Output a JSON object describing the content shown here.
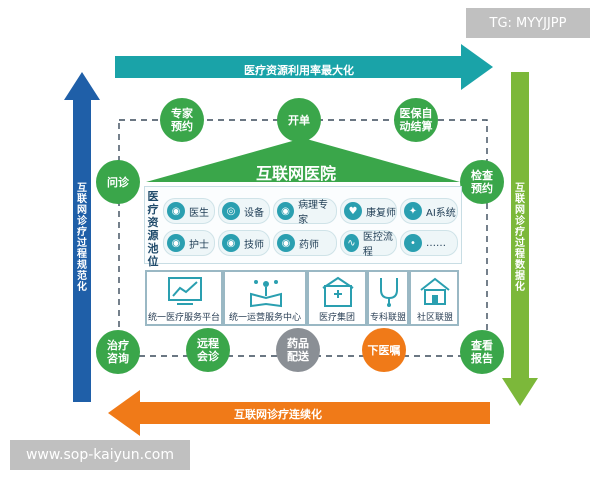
{
  "watermark_top": "TG: MYYJJPP",
  "watermark_bottom": "www.sop-kaiyun.com",
  "arrows": {
    "top": "医疗资源利用率最大化",
    "bottom": "互联网诊疗连续化",
    "left": "互联网诊疗过程规范化",
    "right": "互联网诊疗过程数据化"
  },
  "top_nodes": [
    "专家\n预约",
    "开单",
    "医保自\n动结算"
  ],
  "side_nodes": {
    "left_top": "问诊",
    "right_top": "检查\n预约",
    "left_bottom": "治疗\n咨询",
    "right_bottom": "查看\n报告"
  },
  "bottom_nodes": [
    "远程\n会诊",
    "药品\n配送",
    "下医嘱"
  ],
  "hospital_title": "互联网医院",
  "pool_label": "医疗资源池位",
  "resources_row1": [
    "医生",
    "设备",
    "病理专家",
    "康复师",
    "AI系统"
  ],
  "resources_row2": [
    "护士",
    "技师",
    "药师",
    "医控流程",
    "……"
  ],
  "platforms": [
    "统一医疗服务平台",
    "统一运营服务中心",
    "医疗集团",
    "专科联盟",
    "社区联盟"
  ],
  "colors": {
    "top_arrow": "#1aa3a8",
    "left_arrow": "#1f5fa8",
    "right_arrow": "#7cb83a",
    "bottom_arrow": "#f07a18",
    "green_node": "#3aa64a",
    "accent": "#2a9fb0"
  },
  "icons": {
    "resources_row1": [
      "doctor-icon",
      "device-icon",
      "pathologist-icon",
      "heart-icon",
      "ai-icon"
    ],
    "resources_row2": [
      "nurse-icon",
      "technician-icon",
      "pharmacist-icon",
      "pulse-icon",
      "more-icon"
    ],
    "platforms": [
      "monitor-chart-icon",
      "book-network-icon",
      "hospital-building-icon",
      "stethoscope-icon",
      "house-icon"
    ]
  }
}
